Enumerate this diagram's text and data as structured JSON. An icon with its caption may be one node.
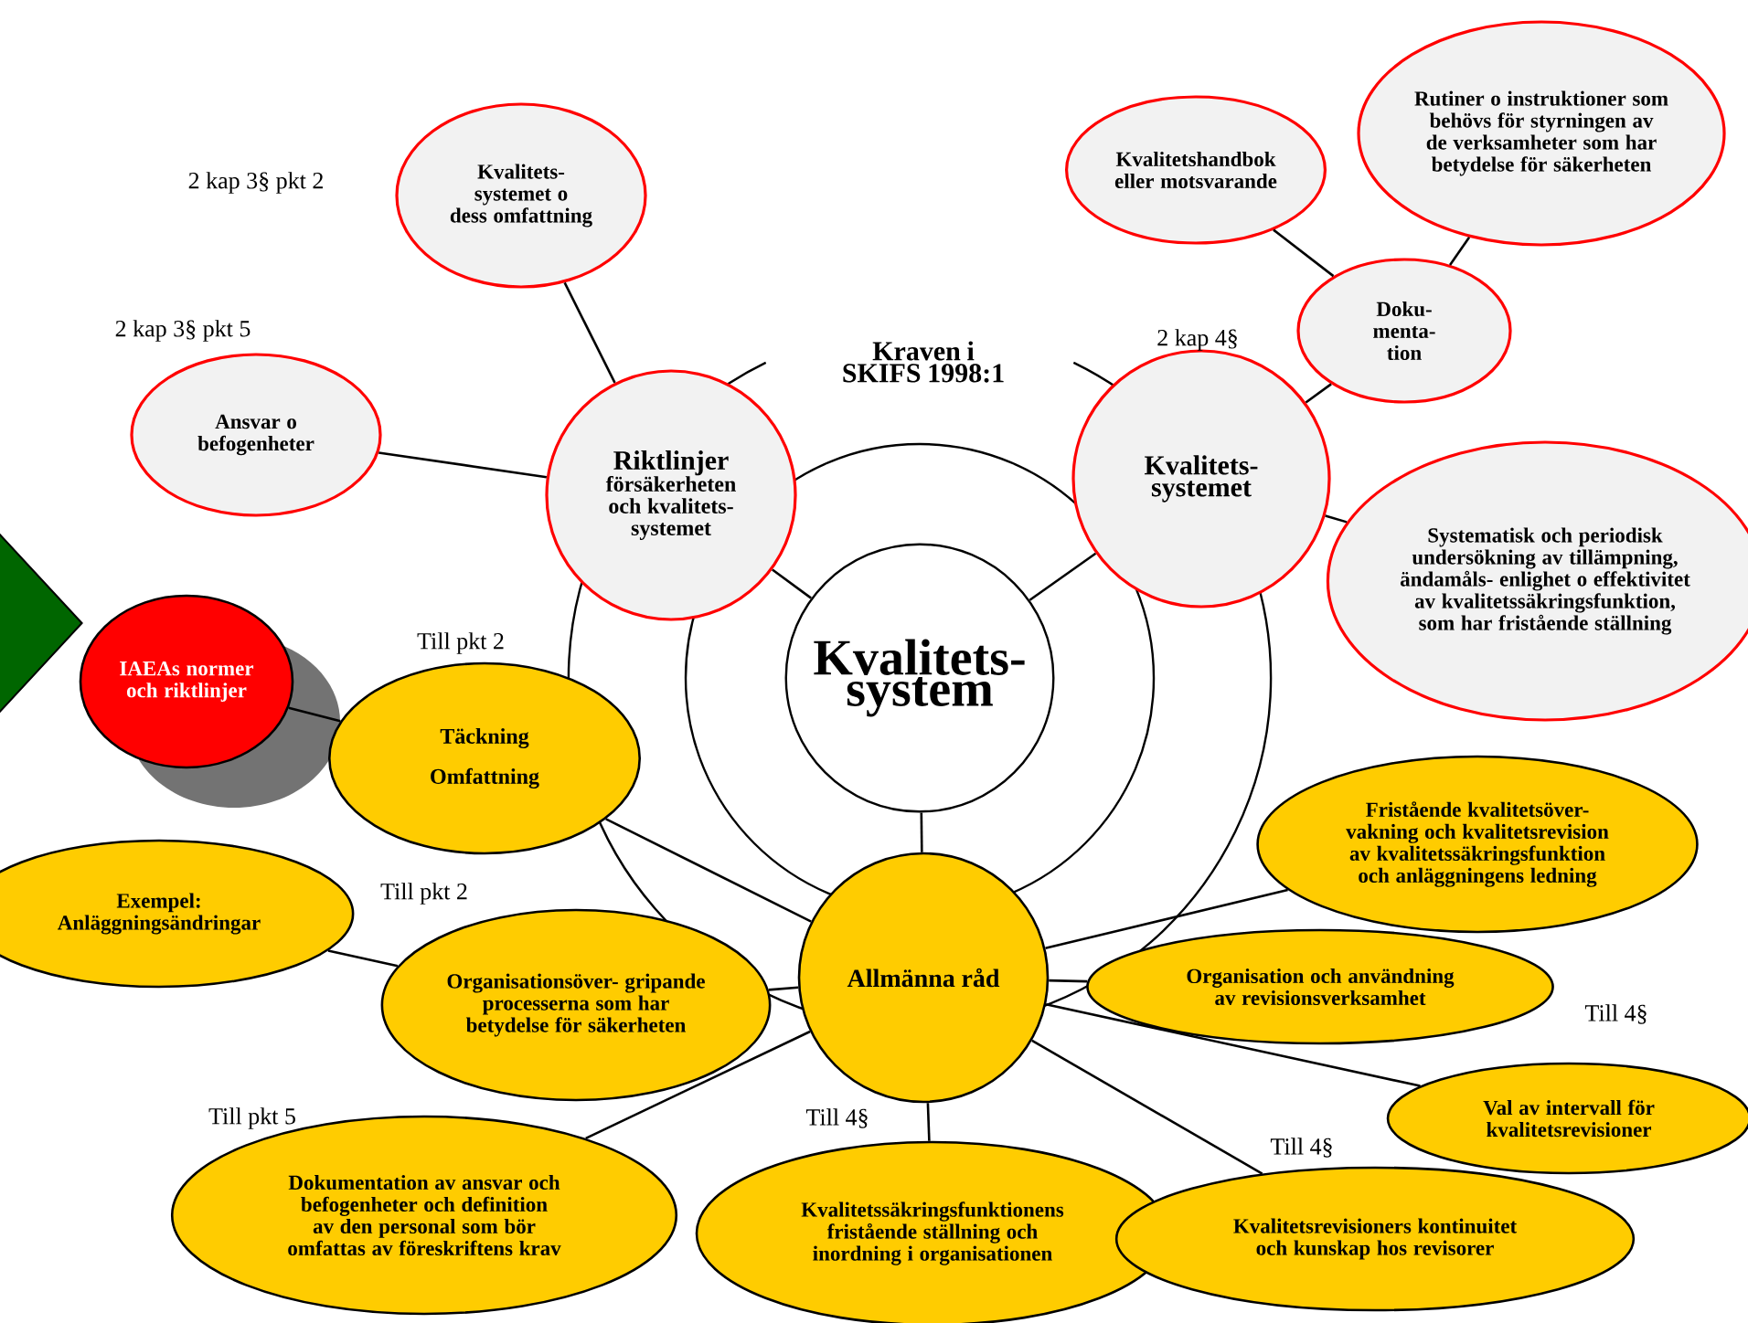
{
  "diagram": {
    "nodes": [
      {
        "text": [
          "Kvalitets- system"
        ]
      },
      {
        "text": [
          "Riktlinjer",
          "försäkerheten och kvalitets- systemet"
        ]
      },
      {
        "text": [
          "Kvalitets- systemet"
        ],
        "beside": [
          "2 kap 4§"
        ]
      },
      {
        "text": [
          "Kvalitets- systemet o dess omfattning"
        ],
        "beside": [
          "2 kap 3§ pkt 2"
        ]
      },
      {
        "text": [
          "Ansvar o befogenheter"
        ],
        "beside": [
          "2 kap 3§ pkt 5"
        ]
      },
      {
        "text": [
          "Doku- menta- tion"
        ]
      },
      {
        "text": [
          "Kvalitetshandbok eller motsvarande"
        ]
      },
      {
        "text": [
          "Rutiner o instruktioner som behövs för styrningen av de verksamheter som har betydelse för säkerheten"
        ]
      },
      {
        "text": [
          "Systematisk och periodisk undersökning av tillämpning, ändamåls- enlighet o effektivitet av kvalitetssäkringsfunktion, som har fristående ställning"
        ]
      },
      {
        "text": [
          "Allmänna råd"
        ]
      },
      {
        "text": [
          "IAEAs normer och riktlinjer"
        ]
      },
      {
        "text": [
          "Täckning",
          "Omfattning"
        ],
        "beside": [
          "Till pkt 2"
        ]
      },
      {
        "text": [
          "Exempel: Anläggningsändringar"
        ]
      },
      {
        "text": [
          "Organisationsöver- gripande processerna som har betydelse för säkerheten"
        ],
        "beside": [
          "Till pkt 2"
        ]
      },
      {
        "text": [
          "Dokumentation av ansvar och befogenheter och definition av den personal som bör omfattas av föreskriftens krav"
        ],
        "beside": [
          "Till pkt 5"
        ]
      },
      {
        "text": [
          "Kvalitetssäkringsfunktionens fristående ställning och inordning i organisationen"
        ],
        "beside": [
          "Till 4§"
        ]
      },
      {
        "text": [
          "Kvalitetsrevisioners kontinuitet och kunskap hos revisorer"
        ],
        "beside": [
          "Till 4§"
        ]
      },
      {
        "text": [
          "Val av intervall för kvalitetsrevisioner"
        ],
        "beside": [
          "Till 4§"
        ]
      },
      {
        "text": [
          "Organisation och användning av revisionsverksamhet"
        ]
      },
      {
        "text": [
          "Fristående kvalitetsöver- vakning och kvalitetsrevision av kvalitetssäkringsfunktion och anläggningens ledning"
        ]
      },
      {
        "text": [],
        "shape": "diamond"
      }
    ],
    "edges": [
      {
        "from": 0,
        "to": 1,
        "arrow": "none"
      },
      {
        "from": 0,
        "to": 2,
        "arrow": "none"
      },
      {
        "from": 0,
        "to": 9,
        "arrow": "none"
      },
      {
        "from": 1,
        "to": 3,
        "arrow": "none"
      },
      {
        "from": 1,
        "to": 4,
        "arrow": "none"
      },
      {
        "from": 2,
        "to": 5,
        "arrow": "none"
      },
      {
        "from": 5,
        "to": 6,
        "arrow": "none"
      },
      {
        "from": 5,
        "to": 7,
        "arrow": "none"
      },
      {
        "from": 2,
        "to": 8,
        "arrow": "none"
      },
      {
        "from": 10,
        "to": 11,
        "arrow": "none"
      },
      {
        "from": 11,
        "to": 9,
        "arrow": "none"
      },
      {
        "from": 12,
        "to": 13,
        "arrow": "none"
      },
      {
        "from": 13,
        "to": 9,
        "arrow": "none"
      },
      {
        "from": 14,
        "to": 9,
        "arrow": "none"
      },
      {
        "from": 9,
        "to": 15,
        "arrow": "none"
      },
      {
        "from": 9,
        "to": 16,
        "arrow": "none"
      },
      {
        "from": 9,
        "to": 17,
        "arrow": "none"
      },
      {
        "from": 9,
        "to": 18,
        "arrow": "none"
      },
      {
        "from": 9,
        "to": 19,
        "arrow": "none"
      }
    ],
    "labels": [
      "Kraven i SKIFS 1998:1"
    ]
  }
}
